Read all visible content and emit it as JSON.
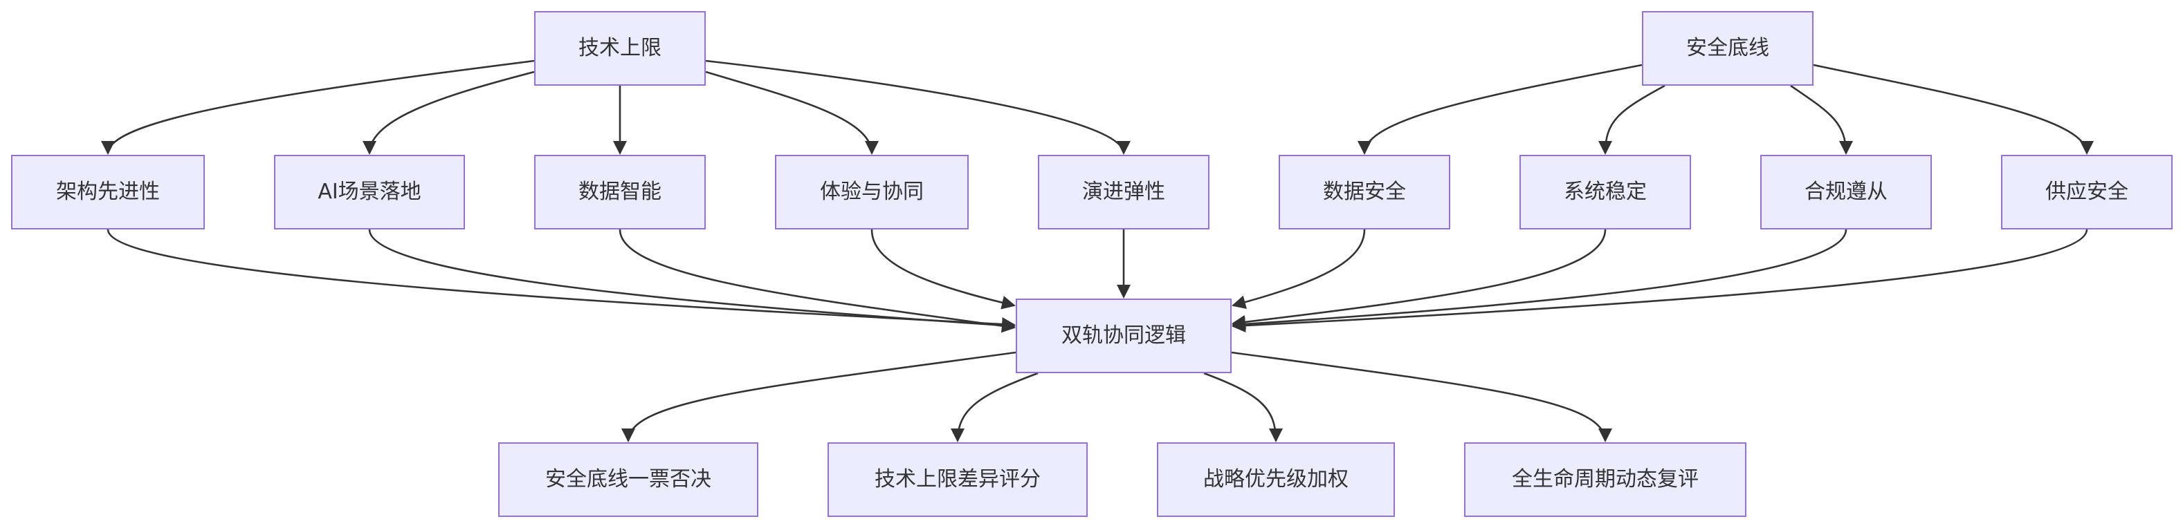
{
  "diagram": {
    "colors": {
      "node_fill": "#ececff",
      "node_border": "#9370db",
      "text": "#333333",
      "edge": "#333333"
    },
    "nodes": {
      "tech_ceiling": "技术上限",
      "safety_baseline": "安全底线",
      "architecture": "架构先进性",
      "ai_scenarios": "AI场景落地",
      "data_intelligence": "数据智能",
      "experience_collab": "体验与协同",
      "evolution_resilience": "演进弹性",
      "data_security": "数据安全",
      "system_stability": "系统稳定",
      "compliance": "合规遵从",
      "supply_security": "供应安全",
      "dual_track_logic": "双轨协同逻辑",
      "safety_veto": "安全底线一票否决",
      "tech_diff_scoring": "技术上限差异评分",
      "strategic_priority": "战略优先级加权",
      "lifecycle_review": "全生命周期动态复评"
    },
    "edges": [
      [
        "tech_ceiling",
        "architecture"
      ],
      [
        "tech_ceiling",
        "ai_scenarios"
      ],
      [
        "tech_ceiling",
        "data_intelligence"
      ],
      [
        "tech_ceiling",
        "experience_collab"
      ],
      [
        "tech_ceiling",
        "evolution_resilience"
      ],
      [
        "safety_baseline",
        "data_security"
      ],
      [
        "safety_baseline",
        "system_stability"
      ],
      [
        "safety_baseline",
        "compliance"
      ],
      [
        "safety_baseline",
        "supply_security"
      ],
      [
        "architecture",
        "dual_track_logic"
      ],
      [
        "ai_scenarios",
        "dual_track_logic"
      ],
      [
        "data_intelligence",
        "dual_track_logic"
      ],
      [
        "experience_collab",
        "dual_track_logic"
      ],
      [
        "evolution_resilience",
        "dual_track_logic"
      ],
      [
        "data_security",
        "dual_track_logic"
      ],
      [
        "system_stability",
        "dual_track_logic"
      ],
      [
        "compliance",
        "dual_track_logic"
      ],
      [
        "supply_security",
        "dual_track_logic"
      ],
      [
        "dual_track_logic",
        "safety_veto"
      ],
      [
        "dual_track_logic",
        "tech_diff_scoring"
      ],
      [
        "dual_track_logic",
        "strategic_priority"
      ],
      [
        "dual_track_logic",
        "lifecycle_review"
      ]
    ]
  }
}
